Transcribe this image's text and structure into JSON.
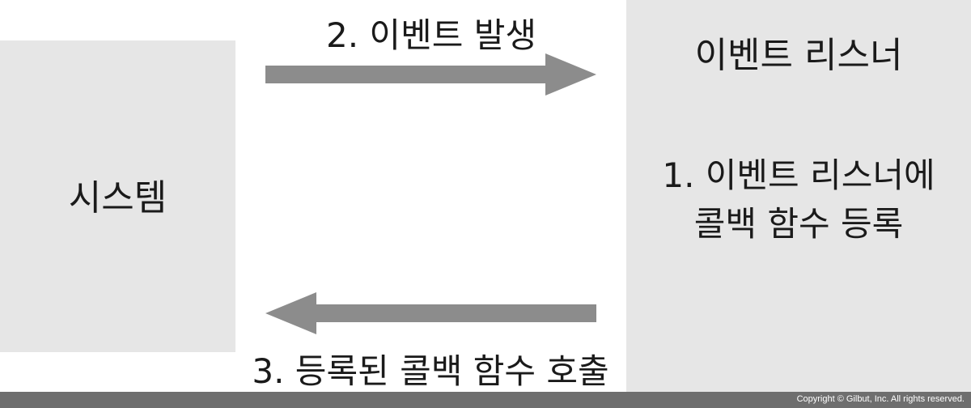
{
  "system_box": {
    "label": "시스템"
  },
  "listener_box": {
    "title": "이벤트 리스너",
    "step1_line1": "1. 이벤트 리스너에",
    "step1_line2": "콜백 함수 등록"
  },
  "arrows": {
    "event_label": "2. 이벤트 발생",
    "callback_label": "3. 등록된 콜백 함수 호출"
  },
  "footer": {
    "copyright": "Copyright © Gilbut, Inc. All rights reserved."
  },
  "colors": {
    "box_fill": "#e6e6e6",
    "arrow_fill": "#8c8c8c",
    "footer_bar": "#6e6e6e",
    "text": "#1a1a1a"
  }
}
